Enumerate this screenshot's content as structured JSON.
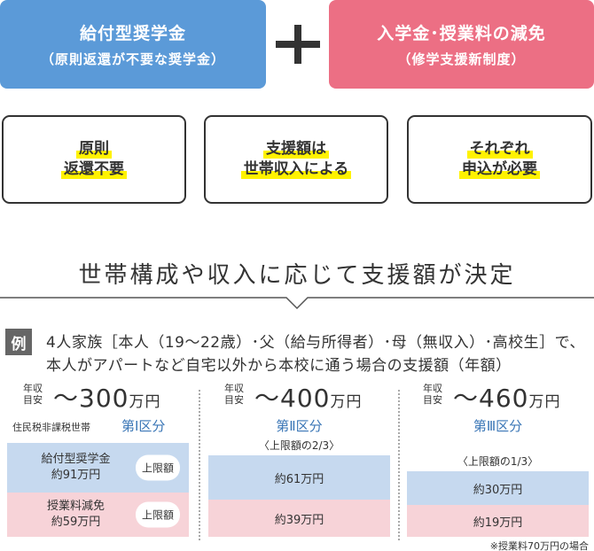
{
  "top": {
    "scholarship_title": "給付型奨学金",
    "scholarship_sub": "（原則返還が不要な奨学金）",
    "reduction_title": "入学金･授業料の減免",
    "reduction_sub": "（修学支援新制度）"
  },
  "features": [
    {
      "lines": [
        "原則",
        "返還不要"
      ]
    },
    {
      "lines": [
        "支援額は",
        "世帯収入による"
      ]
    },
    {
      "lines": [
        "それぞれ",
        "申込が必要"
      ]
    }
  ],
  "heading": "世帯構成や収入に応じて支援額が決定",
  "example": {
    "badge": "例",
    "line1": "4人家族［本人（19〜22歳）･父（給与所得者）･母（無収入）･高校生］で、",
    "line2": "本人がアパートなど自宅以外から本校に通う場合の支援額（年額）"
  },
  "income_label": [
    "年収",
    "目安"
  ],
  "columns": [
    {
      "income": "〜300",
      "unit": "万円",
      "tax_note": "住民税非課税世帯",
      "category": "第Ⅰ区分",
      "cap_note": "",
      "scholarship": [
        "給付型奨学金",
        "約91万円"
      ],
      "reduction": [
        "授業料減免",
        "約59万円"
      ],
      "pill": "上限額"
    },
    {
      "income": "〜400",
      "unit": "万円",
      "category": "第Ⅱ区分",
      "cap_note": "〈上限額の2/3〉",
      "scholarship": "約61万円",
      "reduction": "約39万円"
    },
    {
      "income": "〜460",
      "unit": "万円",
      "category": "第Ⅲ区分",
      "cap_note": "〈上限額の1/3〉",
      "scholarship": "約30万円",
      "reduction": "約19万円"
    }
  ],
  "footnote": "※授業料70万円の場合",
  "colors": {
    "blue": "#5b9ad8",
    "pink": "#ec6f84",
    "highlight": "#fff200",
    "category": "#3a76b6"
  }
}
